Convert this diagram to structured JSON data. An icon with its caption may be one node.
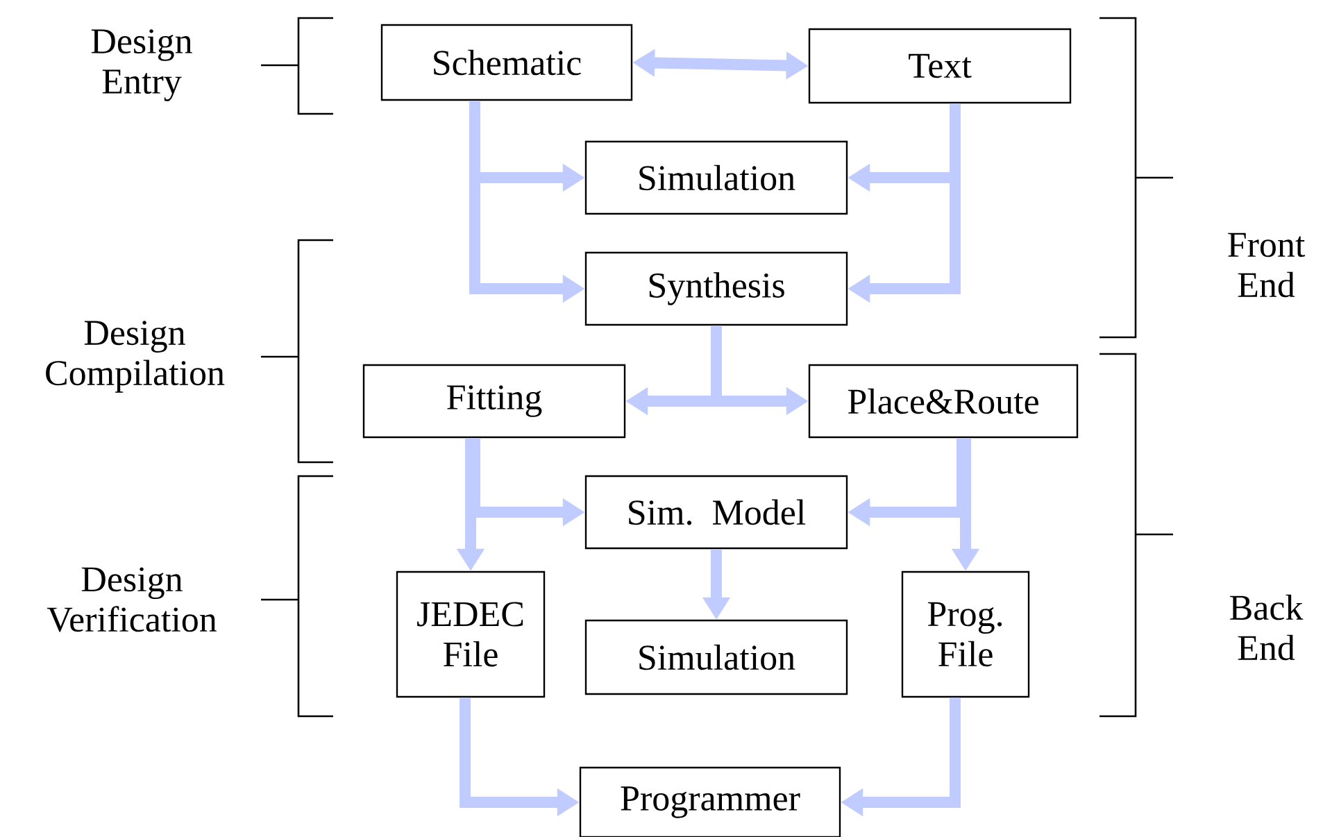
{
  "diagram": {
    "nodes": [
      {
        "text": [
          "Schematic"
        ]
      },
      {
        "text": [
          "Text"
        ]
      },
      {
        "text": [
          "Simulation"
        ]
      },
      {
        "text": [
          "Synthesis"
        ]
      },
      {
        "text": [
          "Fitting"
        ]
      },
      {
        "text": [
          "Place&Route"
        ]
      },
      {
        "text": [
          "Sim. Model"
        ]
      },
      {
        "text": [
          "JEDEC File"
        ]
      },
      {
        "text": [
          "Simulation"
        ]
      },
      {
        "text": [
          "Prog. File"
        ]
      },
      {
        "text": [
          "Programmer"
        ]
      }
    ],
    "edges": [
      {
        "from": 0,
        "to": 1,
        "arrow": "both"
      },
      {
        "from": 0,
        "to": 2,
        "arrow": "to"
      },
      {
        "from": 0,
        "to": 3,
        "arrow": "to"
      },
      {
        "from": 1,
        "to": 2,
        "arrow": "to"
      },
      {
        "from": 1,
        "to": 3,
        "arrow": "to"
      },
      {
        "from": 3,
        "to": 4,
        "arrow": "to"
      },
      {
        "from": 3,
        "to": 5,
        "arrow": "to"
      },
      {
        "from": 4,
        "to": 6,
        "arrow": "to"
      },
      {
        "from": 4,
        "to": 7,
        "arrow": "to"
      },
      {
        "from": 5,
        "to": 6,
        "arrow": "to"
      },
      {
        "from": 5,
        "to": 9,
        "arrow": "to"
      },
      {
        "from": 6,
        "to": 8,
        "arrow": "to"
      },
      {
        "from": 7,
        "to": 10,
        "arrow": "to"
      },
      {
        "from": 9,
        "to": 10,
        "arrow": "to"
      }
    ],
    "labels": [
      "Design Entry",
      "Design Compilation",
      "Design Verification",
      "Front End",
      "Back End"
    ]
  }
}
